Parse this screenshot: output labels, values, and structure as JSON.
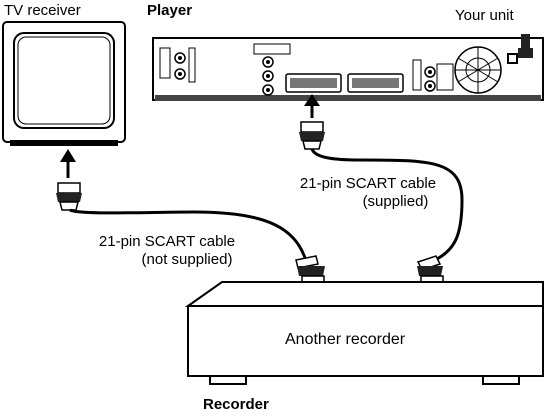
{
  "labels": {
    "tv_receiver": "TV receiver",
    "player": "Player",
    "your_unit": "Your unit",
    "cable_supplied_line1": "21-pin SCART cable",
    "cable_supplied_line2": "(supplied)",
    "cable_not_supplied_line1": "21-pin SCART cable",
    "cable_not_supplied_line2": "(not supplied)",
    "another_recorder": "Another recorder",
    "recorder": "Recorder"
  },
  "colors": {
    "line": "#000000",
    "fill_light": "#ffffff",
    "fill_gray": "#d9d9d9",
    "fill_dark": "#3a3a3a"
  }
}
